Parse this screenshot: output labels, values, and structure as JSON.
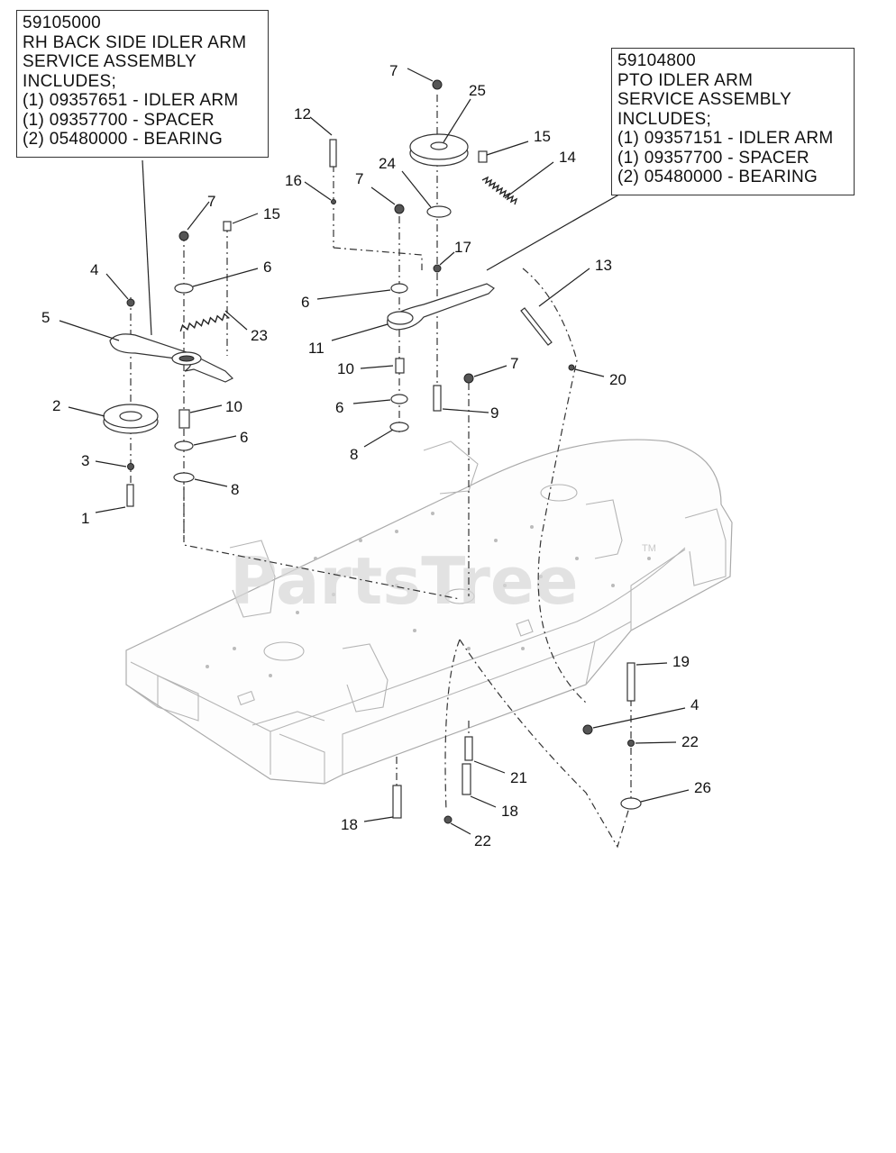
{
  "callouts": {
    "rh_assembly": {
      "part_number": "59105000",
      "lines": [
        "RH BACK SIDE IDLER ARM",
        "SERVICE ASSEMBLY",
        "INCLUDES;",
        "(1) 09357651 - IDLER ARM",
        "(1) 09357700 - SPACER",
        "(2) 05480000 - BEARING"
      ]
    },
    "pto_assembly": {
      "part_number": "59104800",
      "lines": [
        "PTO IDLER ARM",
        "SERVICE ASSEMBLY",
        "INCLUDES;",
        "(1) 09357151 - IDLER ARM",
        "(1) 09357700 - SPACER",
        "(2) 05480000 - BEARING"
      ]
    }
  },
  "watermark": "PartsTree",
  "trademark": "TM",
  "part_labels": {
    "p1": "1",
    "p2": "2",
    "p3": "3",
    "p4a": "4",
    "p4b": "4",
    "p5": "5",
    "p6a": "6",
    "p6b": "6",
    "p6c": "6",
    "p6d": "6",
    "p7a": "7",
    "p7b": "7",
    "p7c": "7",
    "p7d": "7",
    "p8a": "8",
    "p8b": "8",
    "p9": "9",
    "p10a": "10",
    "p10b": "10",
    "p11": "11",
    "p12": "12",
    "p13": "13",
    "p14": "14",
    "p15a": "15",
    "p15b": "15",
    "p16": "16",
    "p17": "17",
    "p18a": "18",
    "p18b": "18",
    "p19": "19",
    "p20": "20",
    "p21": "21",
    "p22a": "22",
    "p22b": "22",
    "p23": "23",
    "p24": "24",
    "p25": "25",
    "p26": "26"
  }
}
